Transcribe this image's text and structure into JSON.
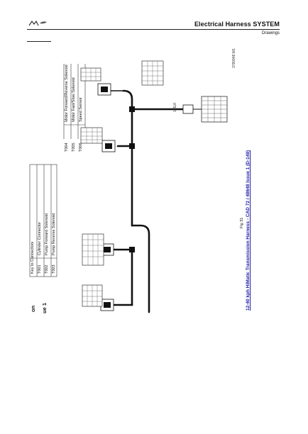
{
  "header": {
    "logo_text": "MF",
    "title": "Electrical Harness SYSTEM",
    "subtitle": "Drawings"
  },
  "section_title_truncated": {
    "line1": "on",
    "line2": "ue 1"
  },
  "legend_left": {
    "heading": "Key to Connectors",
    "items": [
      {
        "code": "T001",
        "label": "Cylinder Connector"
      },
      {
        "code": "T002",
        "label": "Pump Forward Solenoid"
      },
      {
        "code": "T003",
        "label": "Pump Reverse Solenoid"
      }
    ]
  },
  "legend_right": {
    "items": [
      {
        "code": "T004",
        "label": "Motor Forward/Reverse Solenoid"
      },
      {
        "code": "T005",
        "label": "Motor Fast/Slow Solenoid"
      },
      {
        "code": "T006",
        "label": "Speed Sensor"
      }
    ]
  },
  "figure": {
    "label": "Fig 31",
    "caption": "12-40 kph HiMatic Transmission Harness - CAD 72 / 48648 Issue 1 (D-149)",
    "doc_number": "3780948 M1"
  },
  "wire_label": "1 BLK"
}
